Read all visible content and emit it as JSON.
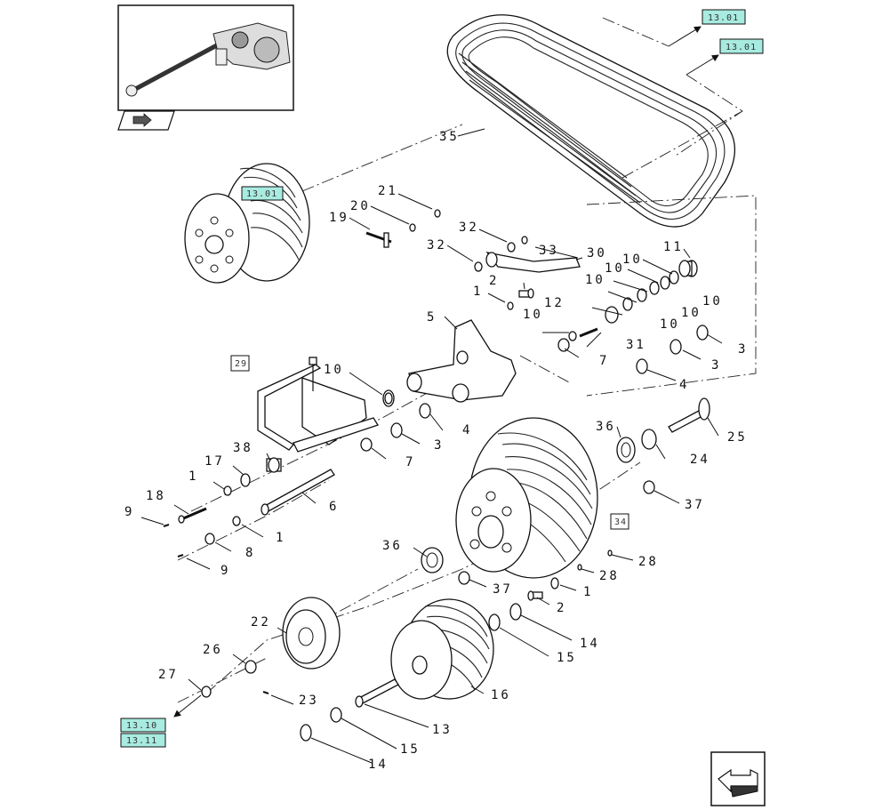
{
  "diagram": {
    "ref_boxes": [
      {
        "id": "ref-top-1",
        "text": "13.01"
      },
      {
        "id": "ref-top-2",
        "text": "13.01"
      },
      {
        "id": "ref-pulley",
        "text": "13.01"
      },
      {
        "id": "ref-bottom-1",
        "text": "13.10"
      },
      {
        "id": "ref-bottom-2",
        "text": "13.11"
      }
    ],
    "framed_labels": {
      "p29": "29",
      "p34": "34"
    },
    "labels": {
      "p35": "35",
      "p21": "21",
      "p20": "20",
      "p19": "19",
      "p32a": "32",
      "p32b": "32",
      "p33": "33",
      "p30": "30",
      "p11": "11",
      "p10a": "10",
      "p10b": "10",
      "p10c": "10",
      "p10d": "10",
      "p10e": "10",
      "p10f": "10",
      "p10g": "10",
      "p2a": "2",
      "p1a": "1",
      "p12": "12",
      "p5": "5",
      "p31": "31",
      "p7a": "7",
      "p3a": "3",
      "p3b": "3",
      "p4a": "4",
      "p4b": "4",
      "p3c": "3",
      "p7b": "7",
      "p38": "38",
      "p17": "17",
      "p1b": "1",
      "p18": "18",
      "p9a": "9",
      "p6": "6",
      "p1c": "1",
      "p8": "8",
      "p9b": "9",
      "p36a": "36",
      "p24": "24",
      "p25": "25",
      "p37a": "37",
      "p28a": "28",
      "p28b": "28",
      "p36b": "36",
      "p37b": "37",
      "p1d": "1",
      "p2b": "2",
      "p22": "22",
      "p14a": "14",
      "p15a": "15",
      "p26": "26",
      "p16": "16",
      "p27": "27",
      "p23": "23",
      "p13": "13",
      "p15b": "15",
      "p14b": "14"
    },
    "icons": {
      "thumbnail": "machine-overview-icon",
      "nav_small": "page-arrow-icon",
      "nav_large": "next-page-arrow-icon"
    }
  }
}
